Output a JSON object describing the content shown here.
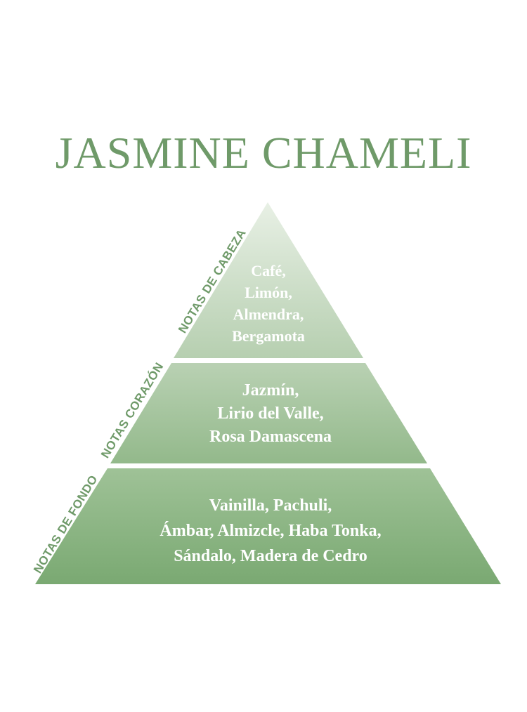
{
  "title": "JASMINE CHAMELI",
  "colors": {
    "accent": "#6f9a69",
    "tier_top_start": "#e8f0e5",
    "tier_top_end": "#b6cfb0",
    "tier_mid_start": "#b9d1b3",
    "tier_mid_end": "#93b98b",
    "tier_bot_start": "#9fc297",
    "tier_bot_end": "#7aa972"
  },
  "tiers": [
    {
      "label": "NOTAS DE CABEZA",
      "notes": [
        "Café,",
        "Limón,",
        "Almendra,",
        "Bergamota"
      ]
    },
    {
      "label": "NOTAS CORAZÓN",
      "notes": [
        "Jazmín,",
        "Lirio del Valle,",
        "Rosa Damascena"
      ]
    },
    {
      "label": "NOTAS DE FONDO",
      "notes": [
        "Vainilla, Pachuli,",
        "Ámbar, Almizcle, Haba Tonka,",
        "Sándalo, Madera de Cedro"
      ]
    }
  ]
}
